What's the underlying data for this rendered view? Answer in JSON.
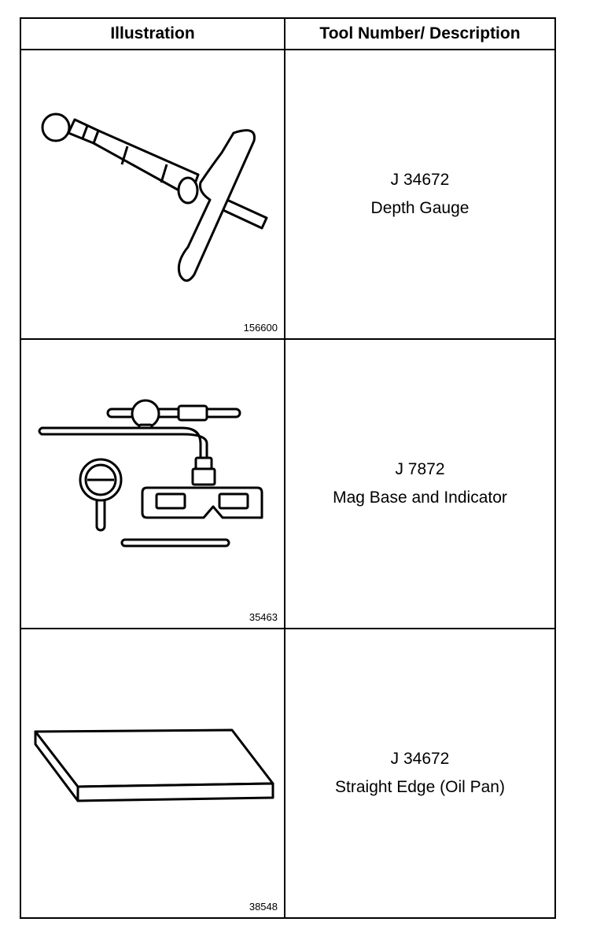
{
  "headers": {
    "illustration": "Illustration",
    "description": "Tool Number/ Description"
  },
  "rows": [
    {
      "figure_number": "156600",
      "tool_number": "J 34672",
      "description": "Depth Gauge",
      "icon": "depth-gauge-icon"
    },
    {
      "figure_number": "35463",
      "tool_number": "J 7872",
      "description": "Mag Base and Indicator",
      "icon": "mag-base-indicator-icon"
    },
    {
      "figure_number": "38548",
      "tool_number": "J 34672",
      "description": "Straight Edge (Oil Pan)",
      "icon": "straight-edge-icon"
    }
  ]
}
